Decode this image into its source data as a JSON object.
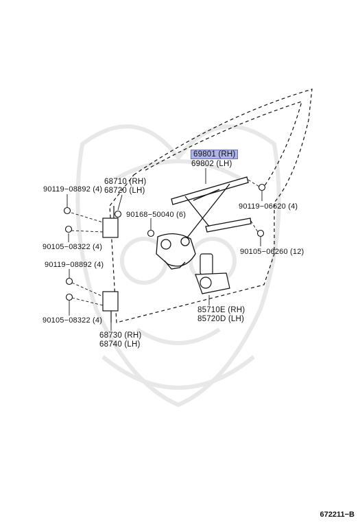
{
  "diagram": {
    "labels": {
      "p69801": "69801 (RH)",
      "p69802": "69802 (LH)",
      "p68710": "68710 (RH)",
      "p68720": "68720 (LH)",
      "p90119_08892_top": "90119−08892 (4)",
      "p90105_08322_top": "90105−08322 (4)",
      "p90168_50040": "90168−50040 (6)",
      "p90119_06620": "90119−06620 (4)",
      "p90105_06260": "90105−06260 (12)",
      "p90119_08892_bottom": "90119−08892 (4)",
      "p90105_08322_bottom": "90105−08322 (4)",
      "p85710E": "85710E (RH)",
      "p85720D": "85720D (LH)",
      "p68730": "68730 (RH)",
      "p68740": "68740 (LH)"
    },
    "figure_code": "672211−B",
    "colors": {
      "line": "#111111",
      "highlight": "#aeb4e8",
      "watermark": "#e9e9e9"
    }
  }
}
